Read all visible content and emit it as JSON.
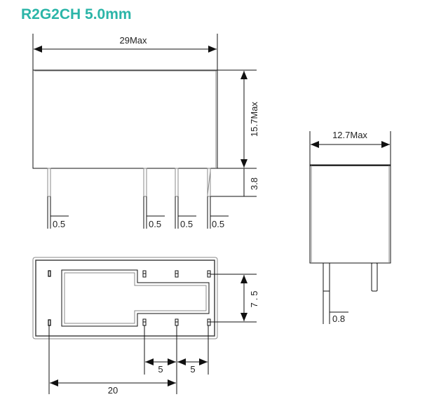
{
  "title": "R2G2CH 5.0mm",
  "accent_color": "#2bb5a8",
  "front_view": {
    "width_label": "29Max",
    "height_label": "15.7Max",
    "pin_length_label": "3.8",
    "pin_width_labels": [
      "0.5",
      "0.5",
      "0.5",
      "0.5"
    ]
  },
  "side_view": {
    "width_label": "12.7Max",
    "pin_width_label": "0.8"
  },
  "bottom_view": {
    "row_pitch_label": "7.5",
    "pin_pitch_labels": [
      "5",
      "5"
    ],
    "span_label": "20"
  }
}
